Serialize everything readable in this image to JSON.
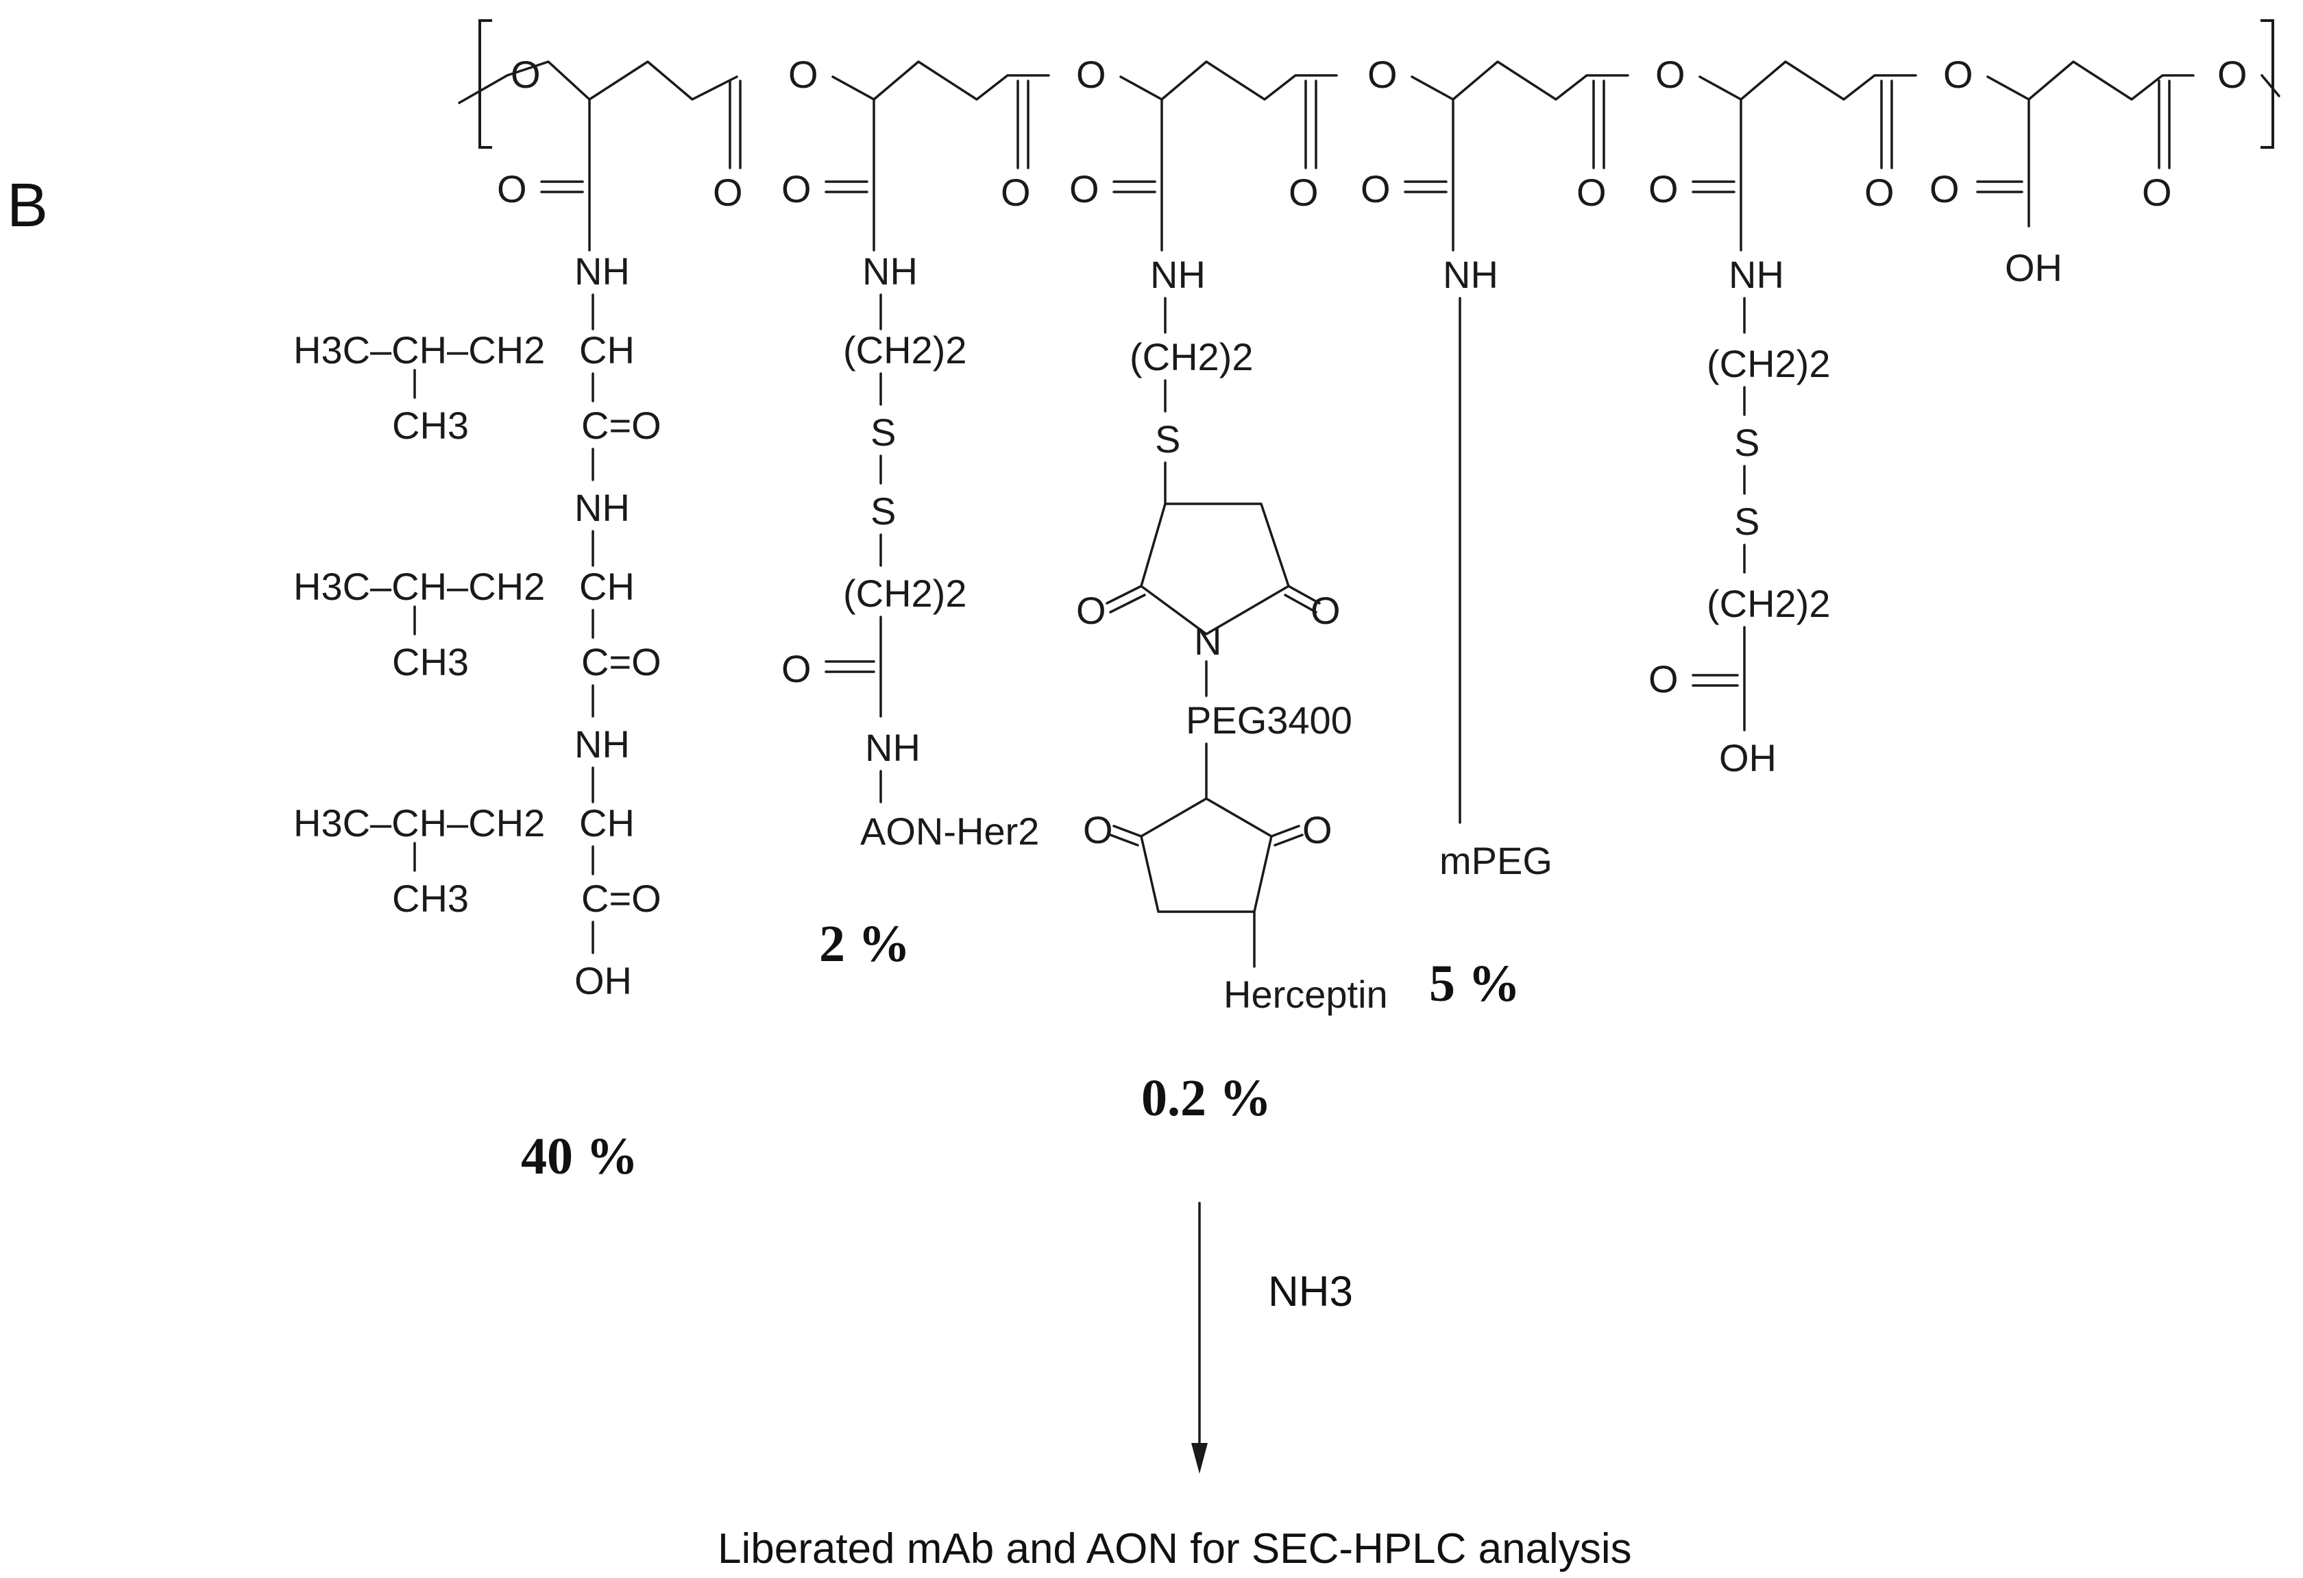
{
  "panel_label": "B",
  "backbone_unit_labels": {
    "ester_O": "O",
    "carbonyl_O": "O"
  },
  "chains": {
    "leucine": {
      "carbonyl_O": "O",
      "nh": "NH",
      "r1_left": "H3C–CH–CH2",
      "r1_ch": "CH",
      "r1_methyl": "CH3",
      "r1_co": "C=O",
      "nh2": "NH",
      "r2_left": "H3C–CH–CH2",
      "r2_ch": "CH",
      "r2_methyl": "CH3",
      "r2_co": "C=O",
      "nh3": "NH",
      "r3_left": "H3C–CH–CH2",
      "r3_ch": "CH",
      "r3_methyl": "CH3",
      "r3_co": "C=O",
      "oh": "OH",
      "percent": "40 %"
    },
    "aon": {
      "carbonyl_O": "O",
      "nh": "NH",
      "ch2_a": "(CH2)2",
      "s1": "S",
      "s2": "S",
      "ch2_b": "(CH2)2",
      "co_O": "O",
      "nh2": "NH",
      "terminal": "AON-Her2",
      "percent": "2 %"
    },
    "herceptin": {
      "carbonyl_O": "O",
      "nh": "NH",
      "ch2": "(CH2)2",
      "s": "S",
      "ring_O_left": "O",
      "ring_O_right": "O",
      "ring_N": "N",
      "peg": "PEG3400",
      "ring2_O_left": "O",
      "ring2_O_right": "O",
      "terminal": "Herceptin",
      "percent": "0.2 %"
    },
    "mpeg": {
      "carbonyl_O": "O",
      "nh": "NH",
      "terminal": "mPEG",
      "percent": "5 %"
    },
    "acid": {
      "carbonyl_O": "O",
      "nh": "NH",
      "ch2_a": "(CH2)2",
      "s1": "S",
      "s2": "S",
      "ch2_b": "(CH2)2",
      "co_O": "O",
      "oh": "OH"
    },
    "free_acid": {
      "carbonyl_O": "O",
      "oh": "OH"
    }
  },
  "reagent": "NH3",
  "product": "Liberated mAb and AON for SEC-HPLC analysis"
}
